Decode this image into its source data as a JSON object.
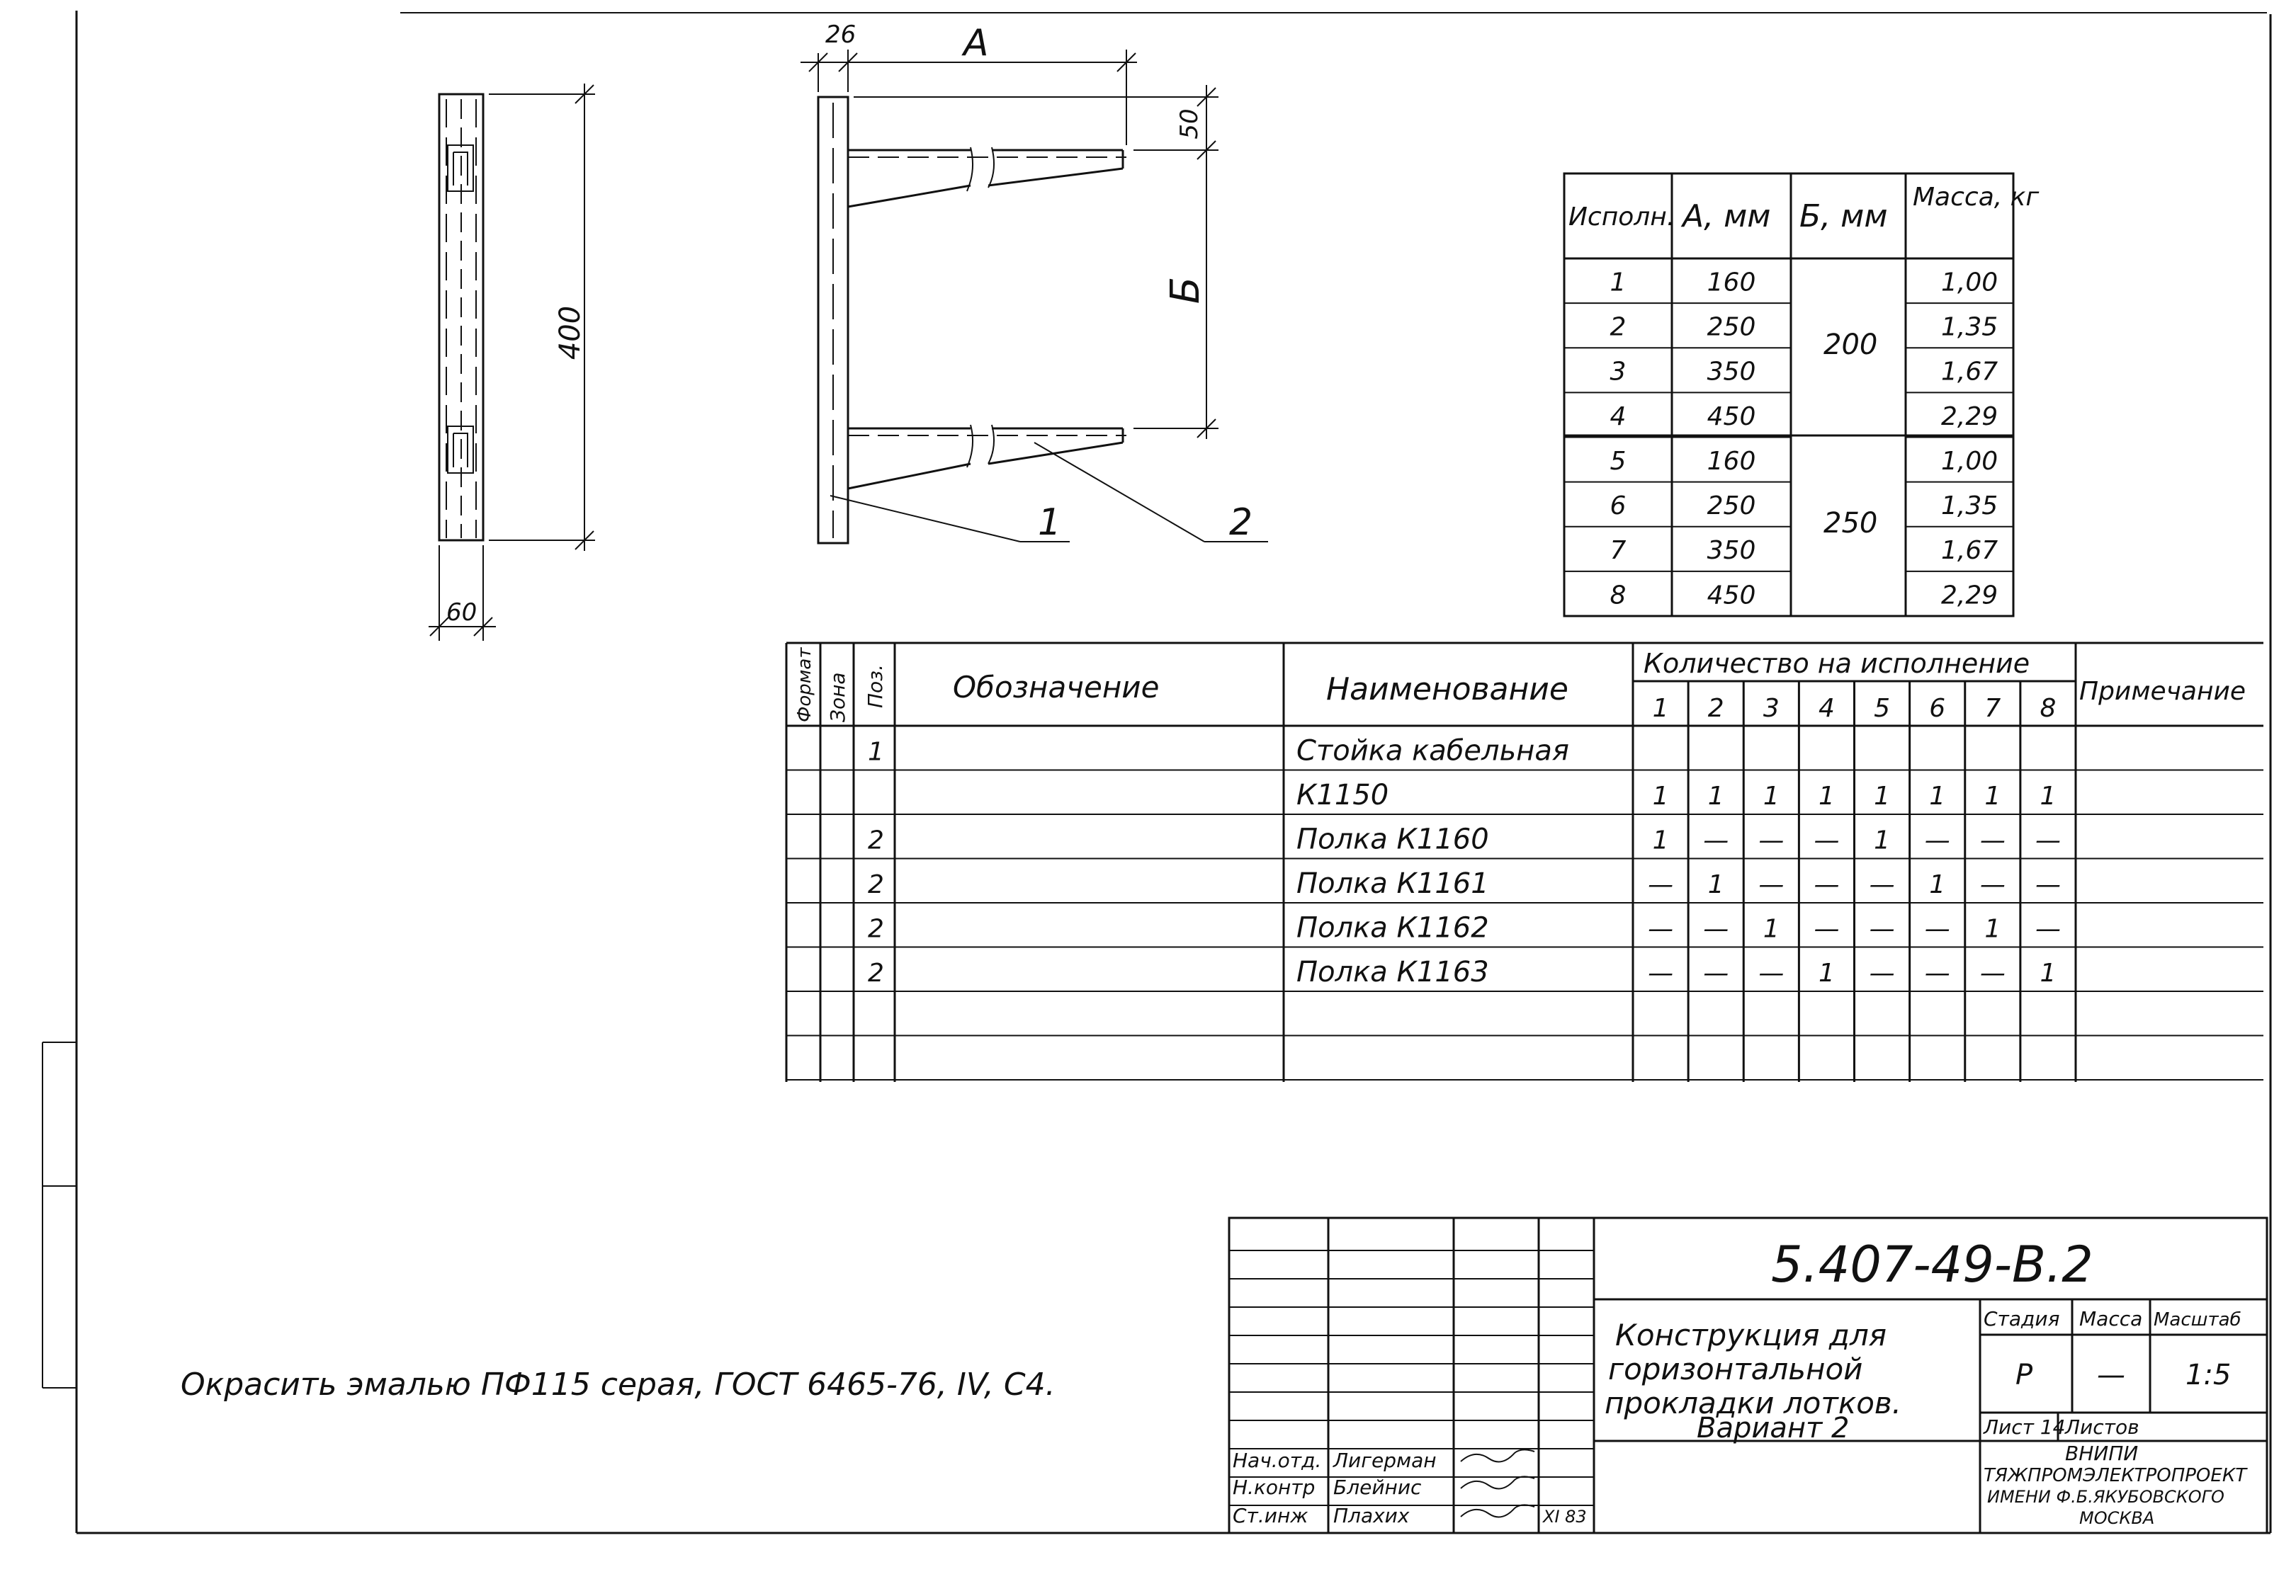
{
  "drawing_code": "5.407-49-В.2",
  "title": {
    "line1": "Конструкция для",
    "line2": "горизонтальной",
    "line3": "прокладки лотков.",
    "line4": "Вариант 2"
  },
  "note": "Окрасить эмалью ПФ115 серая, ГОСТ 6465-76, IV, С4.",
  "dimensions": {
    "d26": "26",
    "dA": "А",
    "d50": "50",
    "dB": "Б",
    "d400": "400",
    "d60": "60",
    "pos1": "1",
    "pos2": "2"
  },
  "exec_table": {
    "headers": [
      "Исполн.",
      "А, мм",
      "Б, мм",
      "Масса, кг"
    ],
    "rows": [
      {
        "n": "1",
        "a": "160",
        "m": "1,00"
      },
      {
        "n": "2",
        "a": "250",
        "m": "1,35"
      },
      {
        "n": "3",
        "a": "350",
        "m": "1,67"
      },
      {
        "n": "4",
        "a": "450",
        "m": "2,29"
      },
      {
        "n": "5",
        "a": "160",
        "m": "1,00"
      },
      {
        "n": "6",
        "a": "250",
        "m": "1,35"
      },
      {
        "n": "7",
        "a": "350",
        "m": "1,67"
      },
      {
        "n": "8",
        "a": "450",
        "m": "2,29"
      }
    ],
    "b_groups": [
      "200",
      "250"
    ]
  },
  "spec": {
    "h_format": "Формат",
    "h_zone": "Зона",
    "h_pos": "Поз.",
    "h_designation": "Обозначение",
    "h_name": "Наименование",
    "h_qty": "Количество на исполнение",
    "h_note": "Примечание",
    "qty_cols": [
      "1",
      "2",
      "3",
      "4",
      "5",
      "6",
      "7",
      "8"
    ],
    "rows": [
      {
        "pos": "1",
        "name": "Стойка кабельная",
        "q": [
          "",
          "",
          "",
          "",
          "",
          "",
          "",
          ""
        ]
      },
      {
        "pos": "",
        "name": "К1150",
        "q": [
          "1",
          "1",
          "1",
          "1",
          "1",
          "1",
          "1",
          "1"
        ]
      },
      {
        "pos": "2",
        "name": "Полка К1160",
        "q": [
          "1",
          "—",
          "—",
          "—",
          "1",
          "—",
          "—",
          "—"
        ]
      },
      {
        "pos": "2",
        "name": "Полка К1161",
        "q": [
          "—",
          "1",
          "—",
          "—",
          "—",
          "1",
          "—",
          "—"
        ]
      },
      {
        "pos": "2",
        "name": "Полка К1162",
        "q": [
          "—",
          "—",
          "1",
          "—",
          "—",
          "—",
          "1",
          "—"
        ]
      },
      {
        "pos": "2",
        "name": "Полка К1163",
        "q": [
          "—",
          "—",
          "—",
          "1",
          "—",
          "—",
          "—",
          "1"
        ]
      },
      {
        "pos": "",
        "name": "",
        "q": [
          "",
          "",
          "",
          "",
          "",
          "",
          "",
          ""
        ]
      },
      {
        "pos": "",
        "name": "",
        "q": [
          "",
          "",
          "",
          "",
          "",
          "",
          "",
          ""
        ]
      }
    ]
  },
  "title_block": {
    "stage_label": "Стадия",
    "mass_label": "Масса",
    "scale_label": "Масштаб",
    "stage": "Р",
    "mass": "—",
    "scale": "1:5",
    "sheet_label": "Лист 14",
    "sheets_label": "Листов",
    "org1": "ВНИПИ",
    "org2": "ТЯЖПРОМЭЛЕКТРОПРОЕКТ",
    "org3": "ИМЕНИ Ф.Б.ЯКУБОВСКОГО",
    "org4": "МОСКВА",
    "roles": [
      {
        "role": "Нач.отд.",
        "name": "Лигерман",
        "date": ""
      },
      {
        "role": "Н.контр",
        "name": "Блейнис",
        "date": ""
      },
      {
        "role": "Ст.инж",
        "name": "Плахих",
        "date": "XI 83"
      }
    ]
  }
}
